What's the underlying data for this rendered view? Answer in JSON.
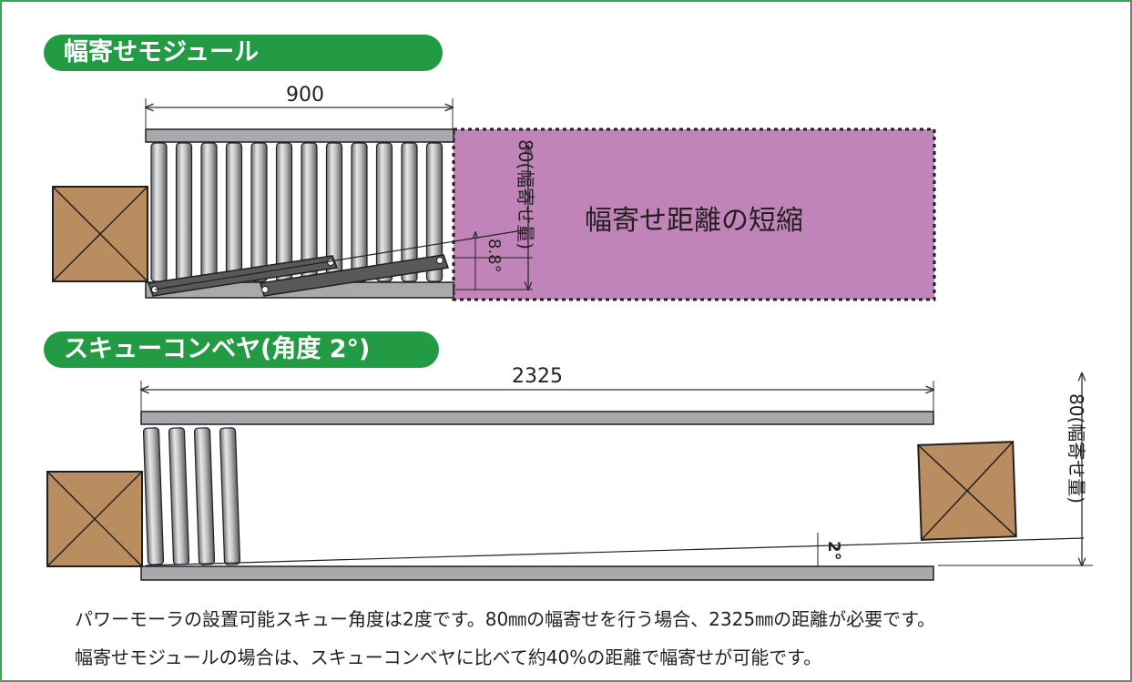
{
  "section_module": {
    "title": "幅寄せモジュール",
    "length": "900",
    "offset_label": "80(幅寄せ量)",
    "angle_label": "8.8°",
    "shortened_label": "幅寄せ距離の短縮"
  },
  "section_skew": {
    "title": "スキューコンベヤ(角度 2°)",
    "length": "2325",
    "offset_label": "80(幅寄せ量)",
    "angle_label": "2°"
  },
  "notes": {
    "line1": "パワーモーラの設置可能スキュー角度は2度です。80㎜の幅寄せを行う場合、2325㎜の距離が必要です。",
    "line2": "幅寄せモジュールの場合は、スキューコンベヤに比べて約40%の距離で幅寄せが可能です。"
  },
  "colors": {
    "accent": "#239b45",
    "shortened_area": "#c084b8",
    "box": "#b98d5f",
    "frame_rail": "#a7a9ac"
  }
}
